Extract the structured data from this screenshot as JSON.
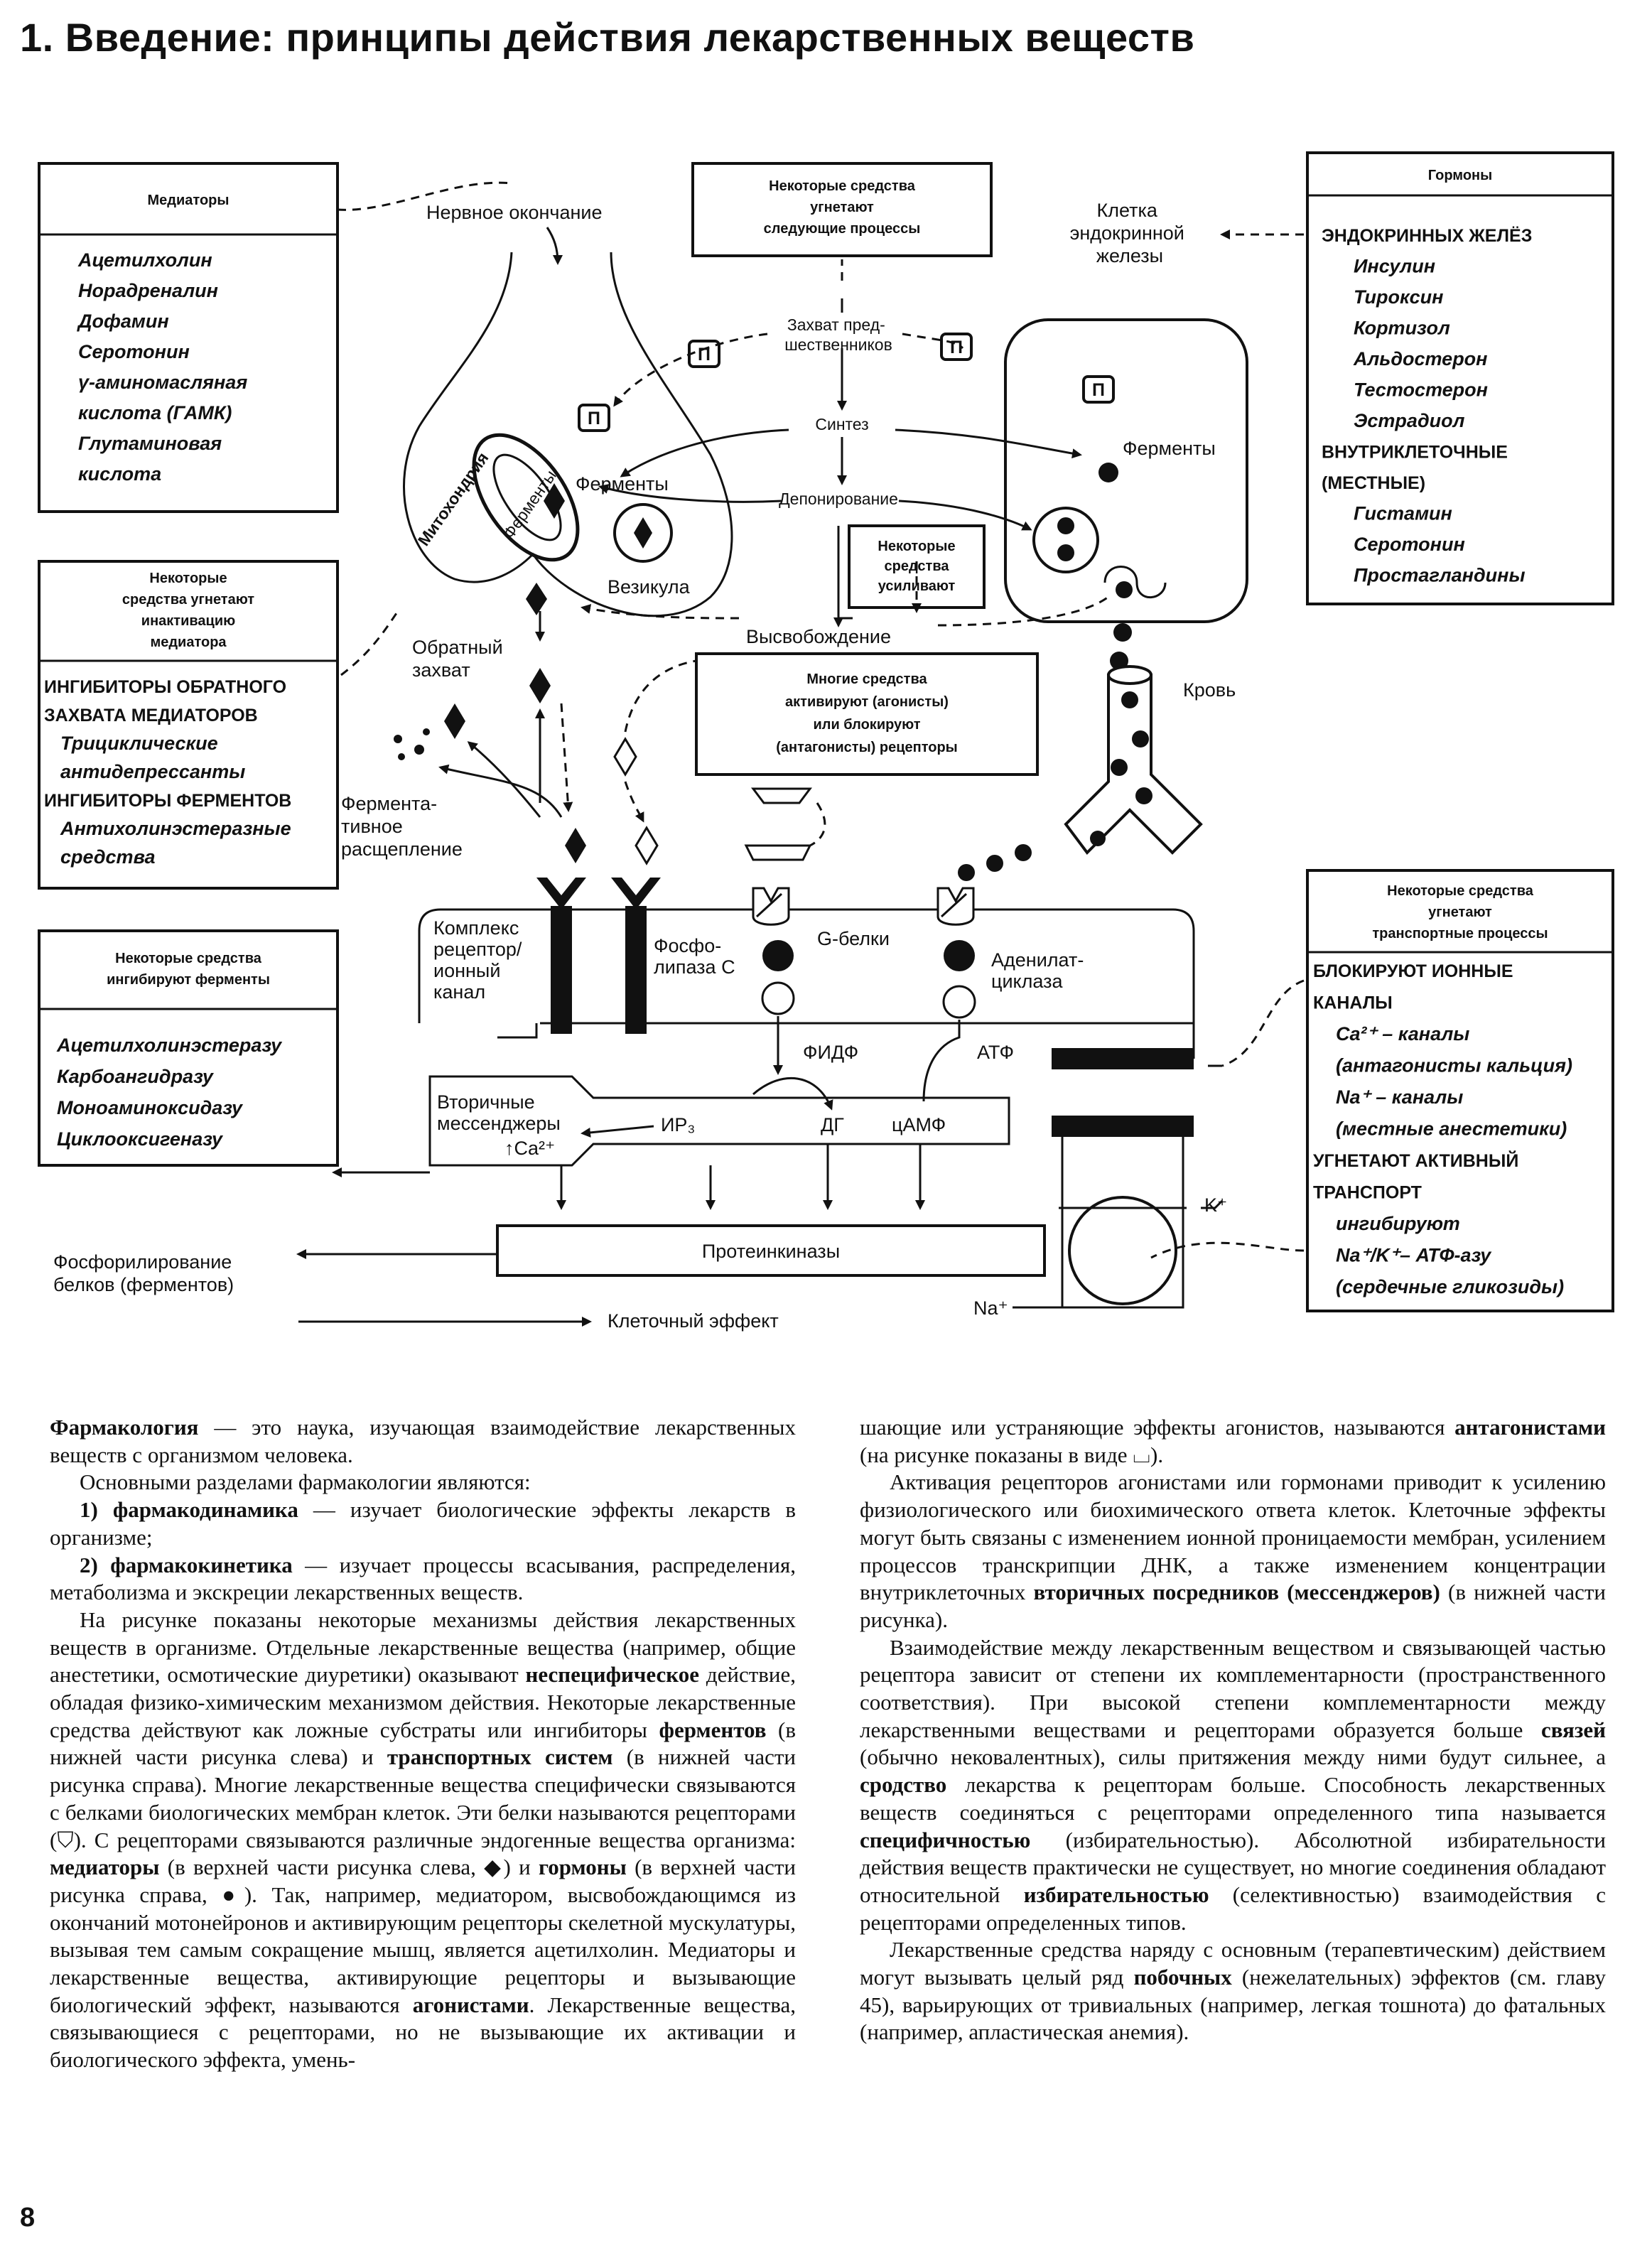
{
  "page": {
    "title": "1. Введение: принципы действия лекарственных веществ",
    "number": "8"
  },
  "diagram": {
    "mediators_box": {
      "header": "Медиаторы",
      "items": [
        "Ацетилхолин",
        "Норадреналин",
        "Дофамин",
        "Серотонин",
        "γ-аминомасляная",
        "кислота (ГАМК)",
        "Глутаминовая",
        "кислота"
      ]
    },
    "inhibit_processes_box": {
      "header": [
        "Некоторые средства",
        "угнетают",
        "следующие процессы"
      ]
    },
    "hormones_box": {
      "header": "Гормоны",
      "items": [
        "ЭНДОКРИННЫХ ЖЕЛЁЗ",
        "Инсулин",
        "Тироксин",
        "Кортизол",
        "Альдостерон",
        "Тестостерон",
        "Эстрадиол",
        "ВНУТРИКЛЕТОЧНЫЕ",
        "(МЕСТНЫЕ)",
        "Гистамин",
        "Серотонин",
        "Простагландины"
      ]
    },
    "inactivation_box": {
      "header": [
        "Некоторые",
        "средства угнетают",
        "инактивацию",
        "медиатора"
      ],
      "items": [
        "ИНГИБИТОРЫ ОБРАТНОГО",
        "ЗАХВАТА МЕДИАТОРОВ",
        "Трициклические",
        "антидепрессанты",
        "ИНГИБИТОРЫ ФЕРМЕНТОВ",
        "Антихолинэстеразные",
        "средства"
      ]
    },
    "enzymes_box": {
      "header": [
        "Некоторые средства",
        "ингибируют ферменты"
      ],
      "items": [
        "Ацетилхолинэстеразу",
        "Карбоангидразу",
        "Моноаминоксидазу",
        "Циклооксигеназу"
      ]
    },
    "enhance_box": {
      "header": [
        "Некоторые",
        "средства",
        "усиливают"
      ]
    },
    "receptors_box": {
      "header": [
        "Многие средства",
        "активируют (агонисты)",
        "или блокируют",
        "(антагонисты) рецепторы"
      ]
    },
    "transport_box": {
      "header": [
        "Некоторые средства",
        "угнетают",
        "транспортные процессы"
      ],
      "items": [
        "БЛОКИРУЮТ ИОННЫЕ",
        "КАНАЛЫ",
        "Ca²⁺ – каналы",
        "(антагонисты кальция)",
        "Na⁺ – каналы",
        "(местные анестетики)",
        "УГНЕТАЮТ АКТИВНЫЙ",
        "ТРАНСПОРТ",
        "ингибируют",
        "Na⁺/K⁺– АТФ-азу",
        "(сердечные гликозиды)"
      ]
    },
    "labels": {
      "nerve_ending": "Нервное окончание",
      "endocrine_cell": [
        "Клетка",
        "эндокринной",
        "железы"
      ],
      "precursor_uptake": [
        "Захват пред-",
        "шественников"
      ],
      "synthesis": "Синтез",
      "deposition": "Депонирование",
      "release": "Высвобождение",
      "enzymes_left": "Ферменты",
      "enzymes_right": "Ферменты",
      "mitochondria": "Митохондрия",
      "enzymes_in_mito": "Ферменты",
      "vesicle": "Везикула",
      "reuptake": [
        "Обратный",
        "захват"
      ],
      "enzymatic_cleavage": [
        "Фермента-",
        "тивное",
        "расщепление"
      ],
      "blood": "Кровь",
      "receptor_complex": [
        "Комплекс",
        "рецептор/",
        "ионный",
        "канал"
      ],
      "phospholipase": [
        "Фосфо-",
        "липаза С"
      ],
      "g_proteins": "G-белки",
      "adenylate": [
        "Аденилат-",
        "циклаза"
      ],
      "pip2": "ФИДФ",
      "atp": "АТФ",
      "second_messengers": [
        "Вторичные",
        "мессенджеры"
      ],
      "ca": "↑Ca²⁺",
      "ip3": "ИР₃",
      "dg": "ДГ",
      "camp": "цАМФ",
      "protein_kinases": "Протеинкиназы",
      "phosphorylation": [
        "Фосфорилирование",
        "белков (ферментов)"
      ],
      "cell_effect": "Клеточный эффект",
      "k_ion": "K⁺",
      "na_ion": "Na⁺",
      "p_mark": "П"
    }
  },
  "text": {
    "left": [
      "<b>Фармакология</b> — это наука, изучающая взаимодействие лекарственных веществ с организмом человека.",
      "Основными разделами фармакологии являются:",
      "<b>1) фармакодинамика</b> — изучает биологические эффекты лекарств в организме;",
      "<b>2) фармакокинетика</b> — изучает процессы всасывания, распределения, метаболизма и экскреции лекарственных веществ.",
      "На рисунке показаны некоторые механизмы действия лекарственных веществ в организме. Отдельные лекарственные вещества (например, общие анестетики, осмотические диуретики) оказывают <b>неспецифическое</b> действие, обладая физико-химическим механизмом действия. Некоторые лекарственные средства действуют как ложные субстраты или ингибиторы <b>ферментов</b> (в нижней части рисунка слева) и <b>транспортных систем</b> (в нижней части рисунка справа). Многие лекарственные вещества специфически связываются с белками биологических мембран клеток. Эти белки называются рецепторами (⛉). С рецепторами связываются различные эндогенные вещества организма: <b>медиаторы</b> (в верхней части рисунка слева, ◆) и <b>гормоны</b> (в верхней части рисунка справа, ●). Так, например, медиатором, высвобождающимся из окончаний мотонейронов и активирующим рецепторы скелетной мускулатуры, вызывая тем самым сокращение мышц, является ацетилхолин. Медиаторы и лекарственные вещества, активирующие рецепторы и вызывающие биологический эффект, называются <b>агонистами</b>. Лекарственные вещества, связывающиеся с рецепторами, но не вызывающие их активации и биологического эффекта, умень-"
    ],
    "right": [
      "шающие или устраняющие эффекты агонистов, называются <b>антагонистами</b> (на рисунке показаны в виде ⌴).",
      "Активация рецепторов агонистами или гормонами приводит к усилению физиологического или биохимического ответа клеток. Клеточные эффекты могут быть связаны с изменением ионной проницаемости мембран, усилением процессов транскрипции ДНК, а также изменением концентрации внутриклеточных <b>вторичных посредников (мессенджеров)</b> (в нижней части рисунка).",
      "Взаимодействие между лекарственным веществом и связывающей частью рецептора зависит от степени их комплементарности (пространственного соответствия). При высокой степени комплементарности между лекарственными веществами и рецепторами образуется больше <b>связей</b> (обычно нековалентных), силы притяжения между ними будут сильнее, а <b>сродство</b> лекарства к рецепторам больше. Способность лекарственных веществ соединяться с рецепторами определенного типа называется <b>специфичностью</b> (избирательностью). Абсолютной избирательности действия веществ практически не существует, но многие соединения обладают относительной <b>избирательностью</b> (селективностью) взаимодействия с рецепторами определенных типов.",
      "Лекарственные средства наряду с основным (терапевтическим) действием могут вызывать целый ряд <b>побочных</b> (нежелательных) эффектов (см. главу 45), варьирующих от тривиальных (например, легкая тошнота) до фатальных (например, апластическая анемия)."
    ]
  }
}
